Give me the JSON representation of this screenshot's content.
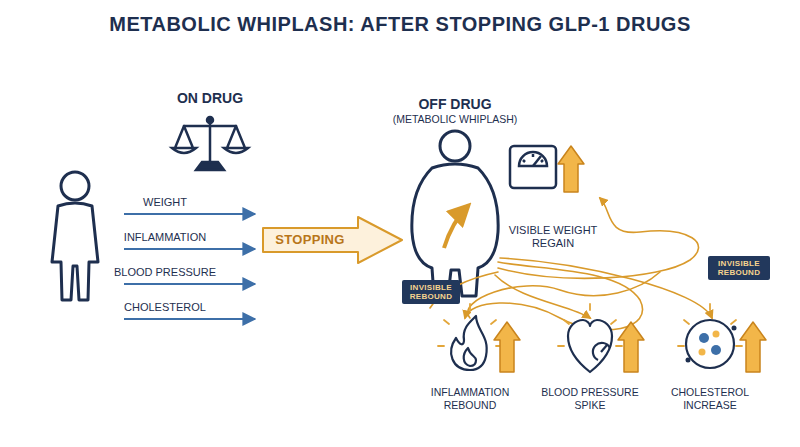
{
  "diagram": {
    "title": "METABOLIC WHIPLASH: AFTER STOPPING GLP-1 DRUGS",
    "nodes": [
      {
        "text": [
          "STOPPING"
        ]
      },
      {
        "text": [
          "INVISIBLE REBOUND"
        ]
      },
      {
        "text": [
          "INVISIBLE REBOUND"
        ]
      }
    ],
    "labels": [
      "ON DRUG",
      "WEIGHT",
      "INFLAMMATION",
      "BLOOD PRESSURE",
      "CHOLESTEROL",
      "OFF DRUG",
      "(METABOLIC WHIPLASH)",
      "VISIBLE WEIGHT REGAIN",
      "INFLAMMATION REBOUND",
      "BLOOD PRESSURE SPIKE",
      "CHOLESTEROL INCREASE"
    ]
  }
}
